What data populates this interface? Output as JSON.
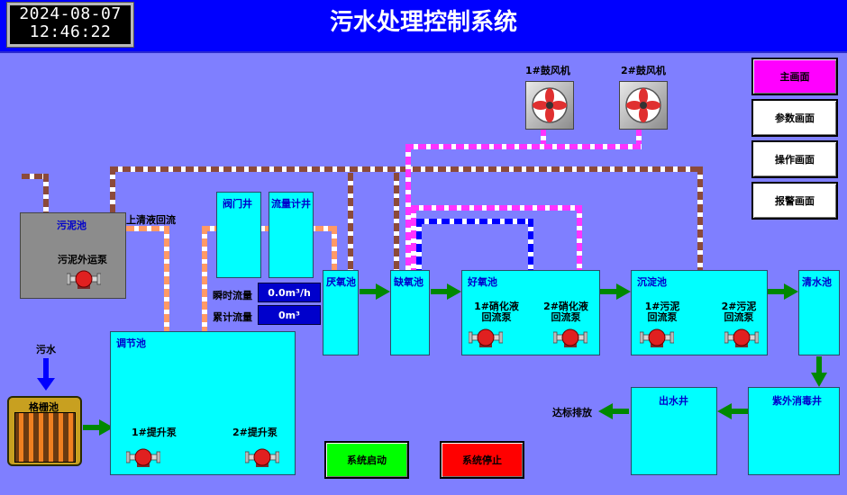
{
  "header": {
    "date": "2024-08-07",
    "time": "12:46:22",
    "title": "污水处理控制系统"
  },
  "nav": {
    "main": "主画面",
    "params": "参数画面",
    "operation": "操作画面",
    "alarm": "报警画面"
  },
  "fans": {
    "fan1": "1#鼓风机",
    "fan2": "2#鼓风机"
  },
  "tanks": {
    "sludge": "污泥池",
    "grid": "格栅池",
    "regulating": "调节池",
    "valve_well": "阀门井",
    "flow_well": "流量计井",
    "anaerobic": "厌氧池",
    "anoxic": "缺氧池",
    "aerobic": "好氧池",
    "sedimentation": "沉淀池",
    "clear_water": "清水池",
    "outlet_well": "出水井",
    "uv_well": "紫外消毒井"
  },
  "labels": {
    "supernatant_return": "上清液回流",
    "sludge_out_pump": "污泥外运泵",
    "sewage": "污水",
    "lift_pump1": "1#提升泵",
    "lift_pump2": "2#提升泵",
    "nitrify_pump1": "1#硝化液回流泵",
    "nitrify_pump2": "2#硝化液回流泵",
    "sludge_return1": "1#污泥回流泵",
    "sludge_return2": "2#污泥回流泵",
    "discharge": "达标排放",
    "instant_flow": "瞬时流量",
    "total_flow": "累计流量"
  },
  "readouts": {
    "instant_flow_value": "0.0m³/h",
    "total_flow_value": "0m³"
  },
  "controls": {
    "start": "系统启动",
    "stop": "系统停止"
  },
  "colors": {
    "background": "#7f7fff",
    "header": "#0000ff",
    "tank": "#00ffff",
    "start": "#00ff00",
    "stop": "#ff0000",
    "nav_active": "#ff00ff"
  }
}
